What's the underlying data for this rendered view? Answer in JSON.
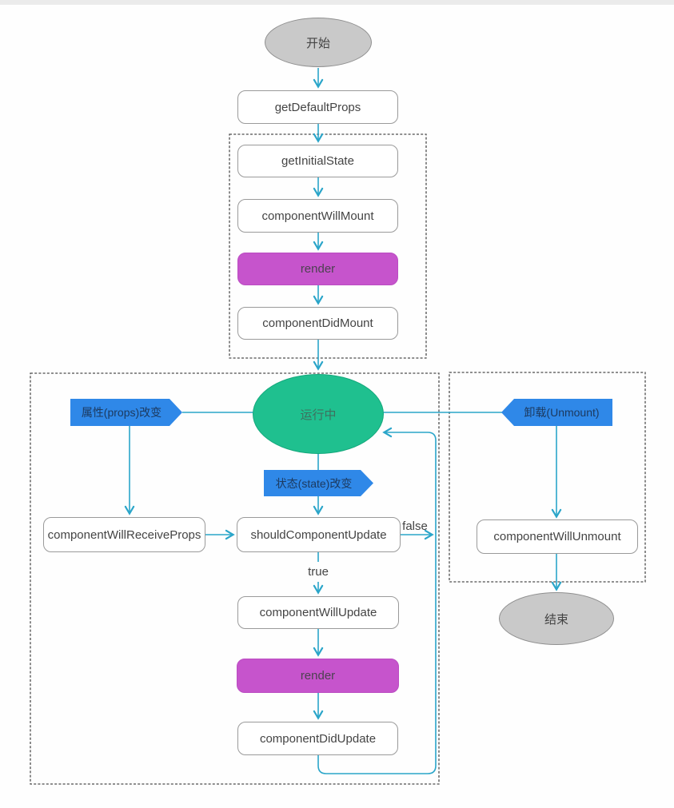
{
  "diagram": {
    "kind": "flowchart",
    "topic": "React component lifecycle",
    "nodes": {
      "start": "开始",
      "get_default_props": "getDefaultProps",
      "get_initial_state": "getInitialState",
      "component_will_mount": "componentWillMount",
      "render_mount": "render",
      "component_did_mount": "componentDidMount",
      "running": "运行中",
      "props_change": "属性(props)改变",
      "state_change": "状态(state)改变",
      "unmount": "卸载(Unmount)",
      "component_will_receive_props": "componentWillReceiveProps",
      "should_component_update": "shouldComponentUpdate",
      "component_will_update": "componentWillUpdate",
      "render_update": "render",
      "component_did_update": "componentDidUpdate",
      "component_will_unmount": "componentWillUnmount",
      "end": "结束"
    },
    "edge_labels": {
      "true_branch": "true",
      "false_branch": "false"
    },
    "colors": {
      "arrow": "#2aa5c9",
      "flag_blue": "#2f88e8",
      "running_green": "#1fc08f",
      "render_magenta": "#c654cc",
      "terminal_gray": "#c9c9c9",
      "box_border": "#9a9a9a",
      "dashed_border": "#4d4d4d",
      "text": "#444444"
    }
  }
}
